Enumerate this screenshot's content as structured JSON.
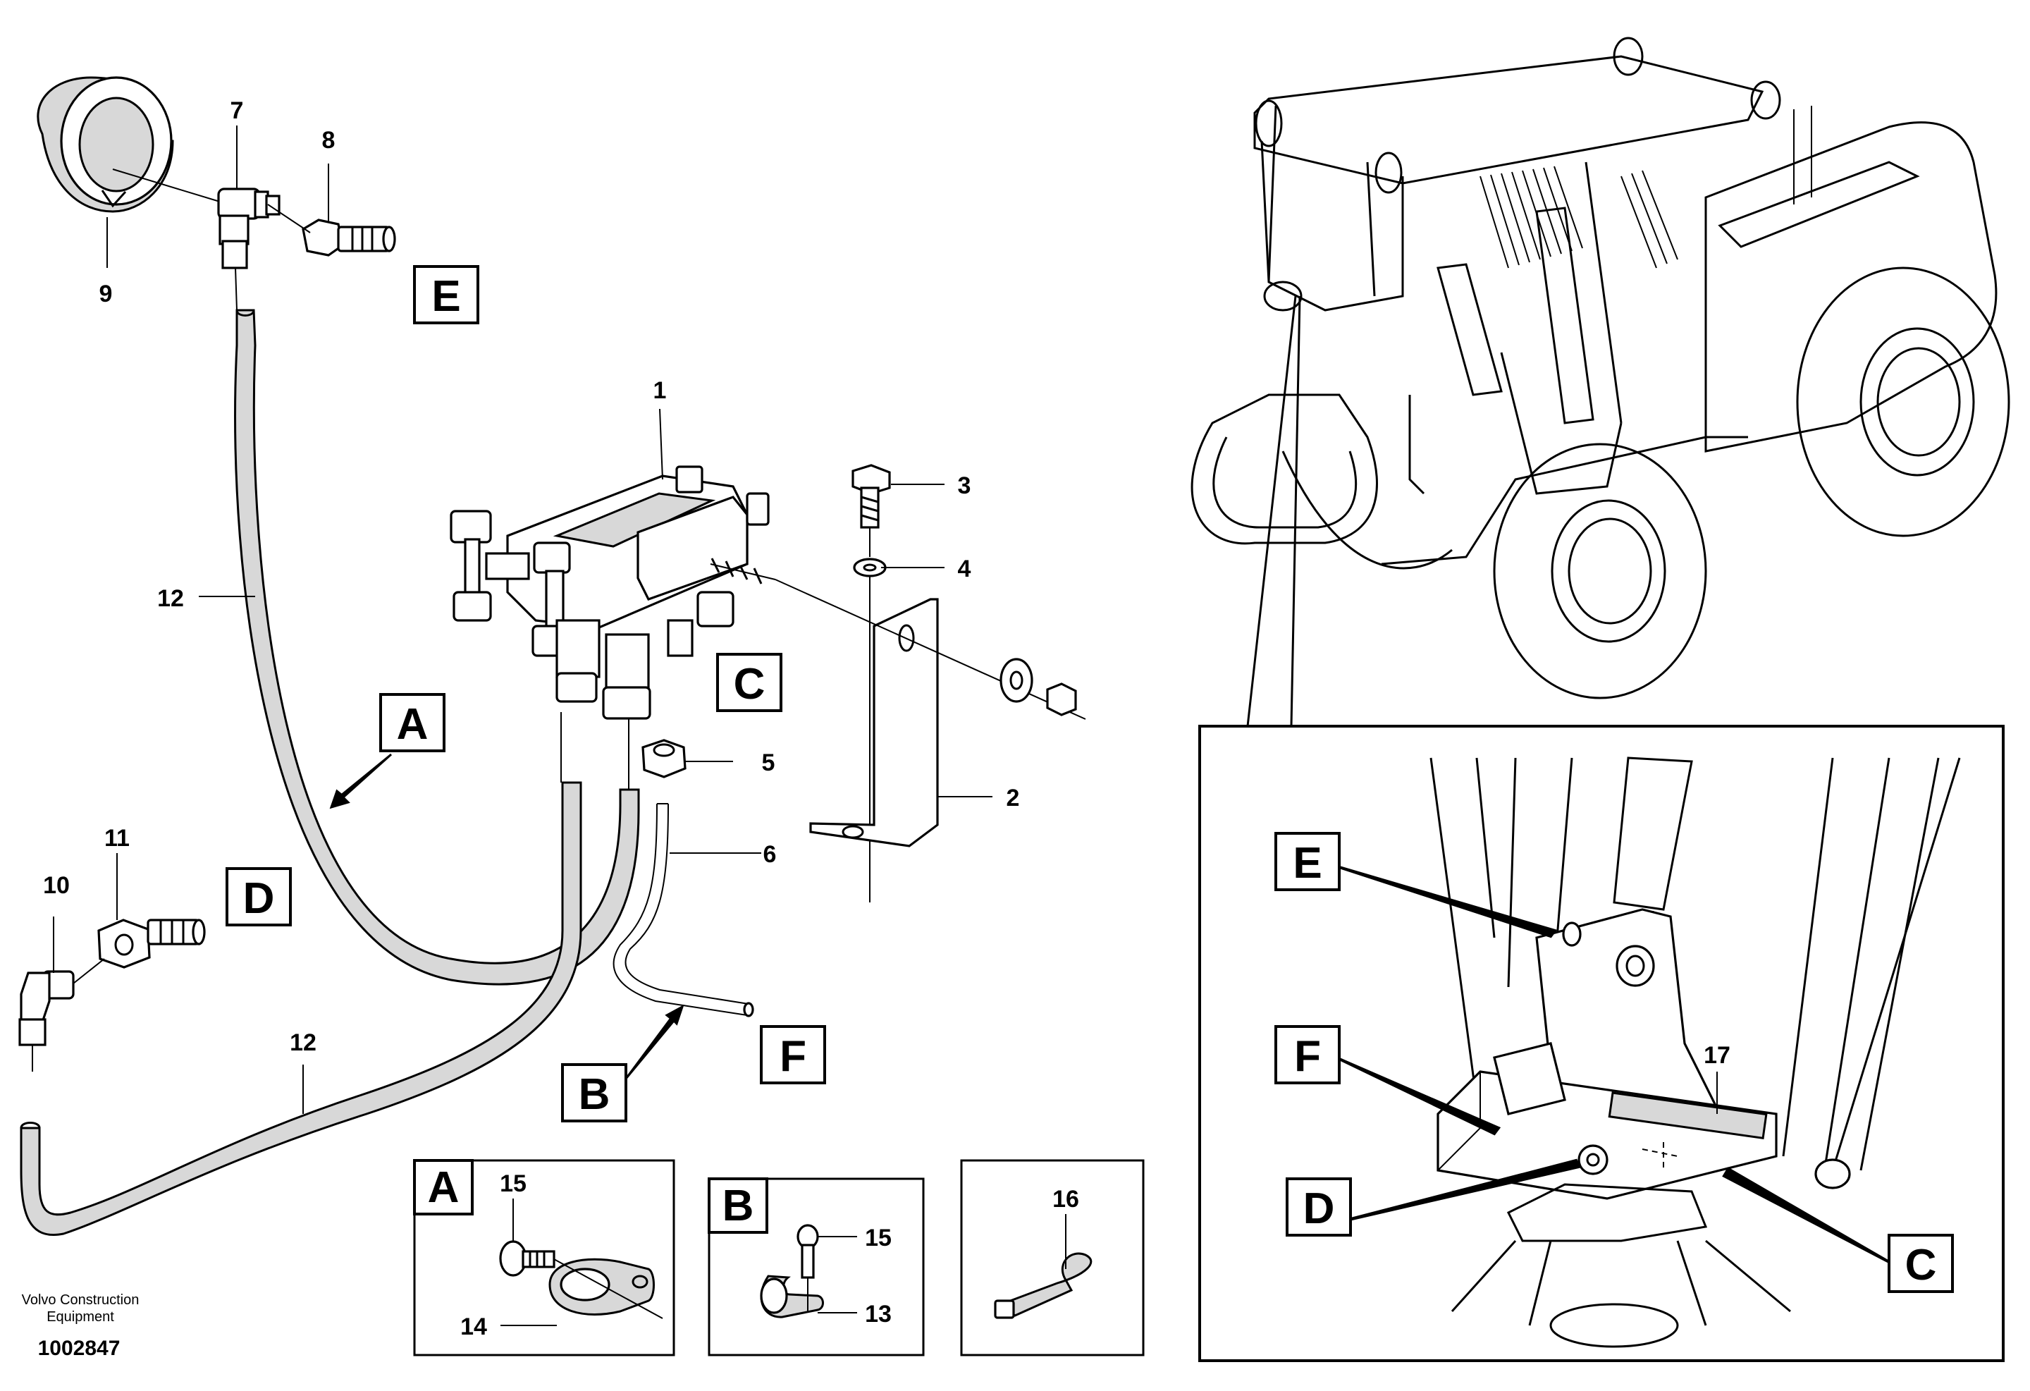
{
  "callouts": [
    "1",
    "2",
    "3",
    "4",
    "5",
    "6",
    "7",
    "8",
    "9",
    "10",
    "11",
    "12",
    "12",
    "13",
    "14",
    "15",
    "15",
    "16",
    "17"
  ],
  "letters": {
    "main_e": "E",
    "main_c": "C",
    "main_a": "A",
    "main_d": "D",
    "main_b": "B",
    "main_f": "F",
    "detail_e": "E",
    "detail_f": "F",
    "detail_d": "D",
    "detail_c": "C",
    "inset_a": "A",
    "inset_b": "B"
  },
  "credit": {
    "line1": "Volvo Construction",
    "line2": "Equipment"
  },
  "document_number": "1002847"
}
